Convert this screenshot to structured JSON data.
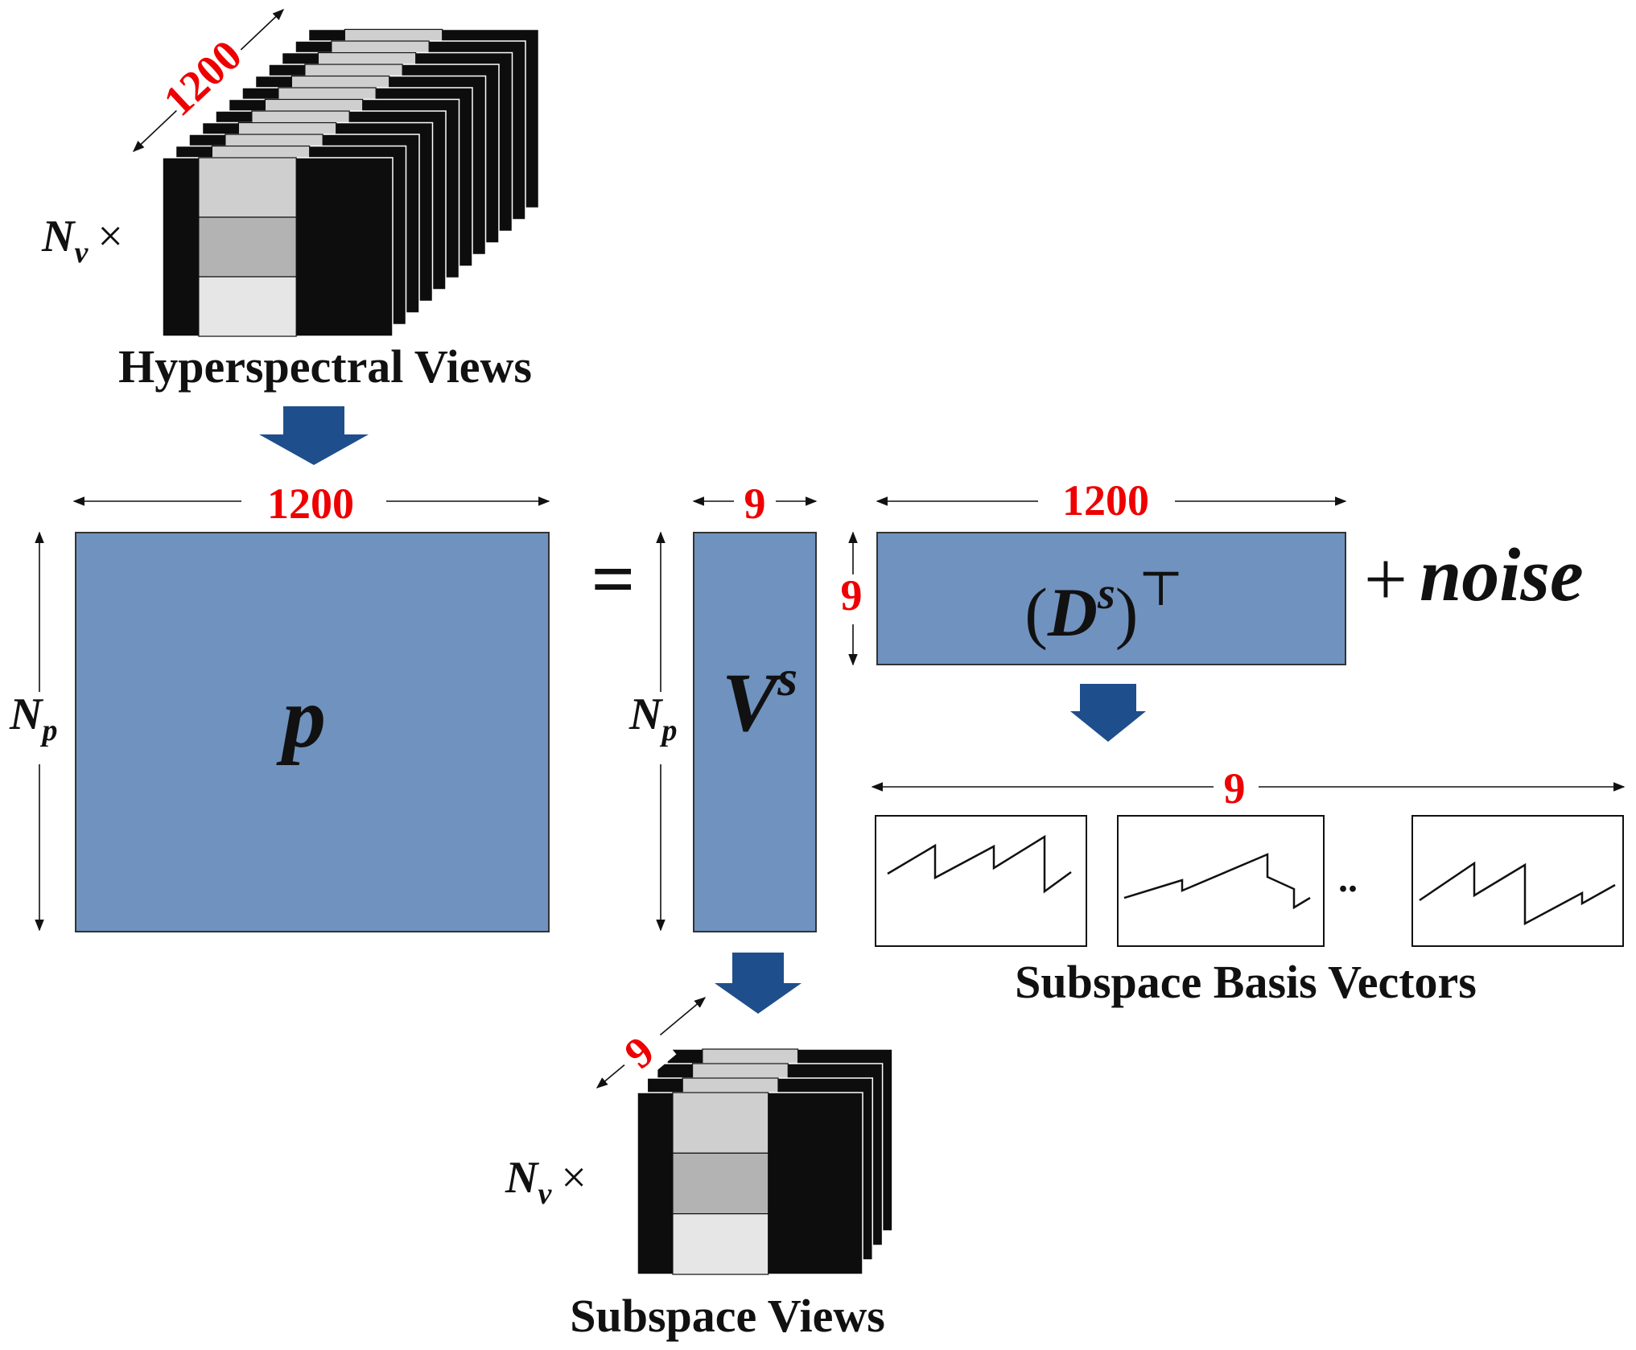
{
  "colors": {
    "matrix_fill": "#7092be",
    "arrow_fill": "#1f4e8c",
    "dimension_number": "#ee0000",
    "text": "#111111"
  },
  "top_stack": {
    "dimension_label": "1200",
    "multiplier_var": "N",
    "multiplier_sub": "v",
    "multiplier_sign": "×",
    "caption": "Hyperspectral Views"
  },
  "equation": {
    "p_matrix": {
      "label": "p",
      "width_label": "1200",
      "height_var": "N",
      "height_sub": "p"
    },
    "equals": "=",
    "v_matrix": {
      "label_base": "V",
      "label_sup": "s",
      "width_label": "9",
      "height_var": "N",
      "height_sub": "p"
    },
    "d_matrix": {
      "open_paren": "(",
      "label_base": "D",
      "label_sup": "s",
      "close_paren": ")",
      "transpose": "⊤",
      "width_label": "1200",
      "height_label": "9"
    },
    "plus": "+",
    "noise": "noise"
  },
  "basis": {
    "count_label": "9",
    "ellipsis": "..",
    "caption": "Subspace Basis Vectors",
    "icons": [
      "sawtooth-plot-icon",
      "sawtooth-plot-icon",
      "sawtooth-plot-icon"
    ]
  },
  "bottom_stack": {
    "dimension_label": "9",
    "multiplier_var": "N",
    "multiplier_sub": "v",
    "multiplier_sign": "×",
    "caption": "Subspace Views"
  }
}
